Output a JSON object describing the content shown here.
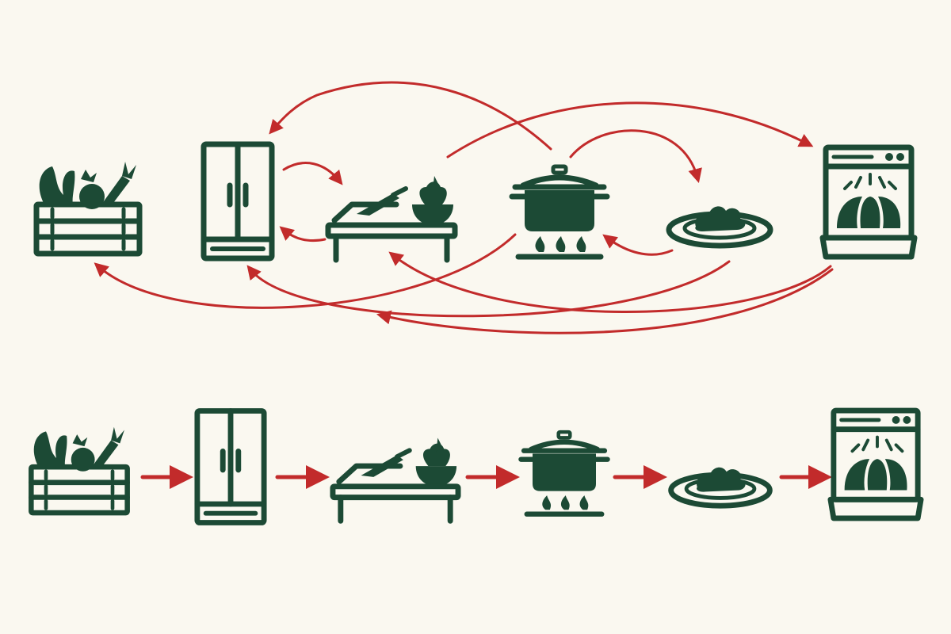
{
  "colors": {
    "background": "#faf8f0",
    "icon": "#1c4a35",
    "arrow": "#c22b2b"
  },
  "stations": [
    {
      "id": "produce",
      "icon": "vegetable-crate-icon"
    },
    {
      "id": "fridge",
      "icon": "refrigerator-icon"
    },
    {
      "id": "prep",
      "icon": "prep-table-icon"
    },
    {
      "id": "stove",
      "icon": "cooking-pot-icon"
    },
    {
      "id": "plate",
      "icon": "served-plate-icon"
    },
    {
      "id": "dishwasher",
      "icon": "dishwasher-icon"
    }
  ],
  "rows": [
    {
      "id": "chaotic-workflow",
      "style": "tangled curved arrows"
    },
    {
      "id": "linear-workflow",
      "style": "straight arrows left to right"
    }
  ],
  "tangled_flows": [
    [
      "stove",
      "fridge"
    ],
    [
      "fridge",
      "prep"
    ],
    [
      "prep",
      "fridge"
    ],
    [
      "prep",
      "dishwasher"
    ],
    [
      "stove",
      "plate"
    ],
    [
      "plate",
      "stove"
    ],
    [
      "stove",
      "produce"
    ],
    [
      "plate",
      "fridge"
    ],
    [
      "dishwasher",
      "prep"
    ],
    [
      "dishwasher",
      "prep"
    ]
  ],
  "linear_flows": [
    [
      "produce",
      "fridge"
    ],
    [
      "fridge",
      "prep"
    ],
    [
      "prep",
      "stove"
    ],
    [
      "stove",
      "plate"
    ],
    [
      "plate",
      "dishwasher"
    ]
  ]
}
